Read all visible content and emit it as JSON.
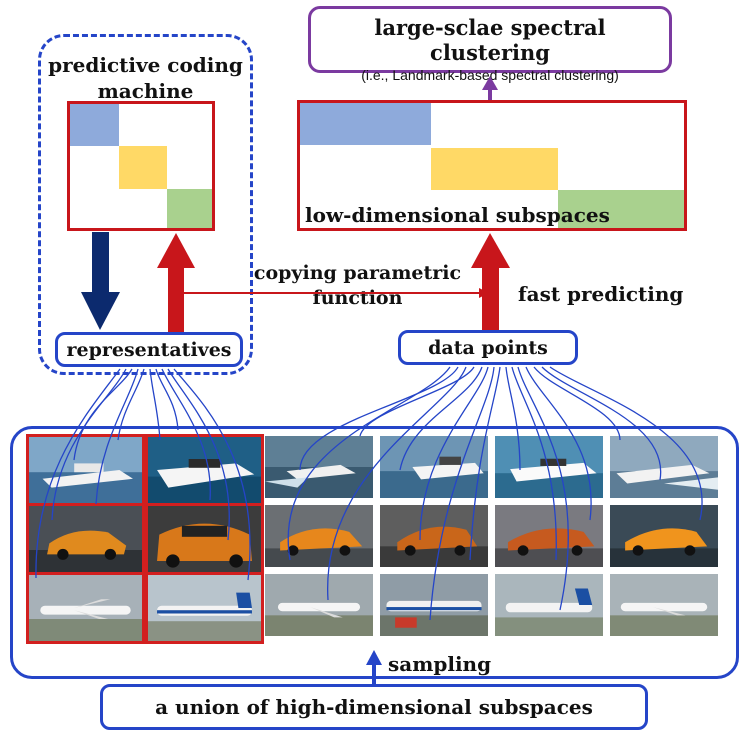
{
  "top_box": {
    "title": "large-sclae spectral clustering",
    "subtitle": "(i.e., Landmark-based spectral clustering)"
  },
  "pcm_title": "predictive coding machine",
  "lds_label": "low-dimensional subspaces",
  "copy_label_line1": "copying parametric",
  "copy_label_line2": "function",
  "fast_label": "fast predicting",
  "rep_label": "representatives",
  "dp_label": "data points",
  "sampling_label": "sampling",
  "bottom_label": "a union of high-dimensional subspaces",
  "colors": {
    "blue_box": "#2545c8",
    "red_box": "#c8161b",
    "purple_box": "#7b3aa0",
    "navy_arrow": "#0c2a6e",
    "block_blue": "#8eaadb",
    "block_yellow": "#ffd966",
    "block_green": "#a9d18e"
  },
  "image_rows": [
    {
      "subject": "yacht",
      "tiles": 6
    },
    {
      "subject": "sports-car",
      "tiles": 6
    },
    {
      "subject": "airplane",
      "tiles": 6
    }
  ]
}
